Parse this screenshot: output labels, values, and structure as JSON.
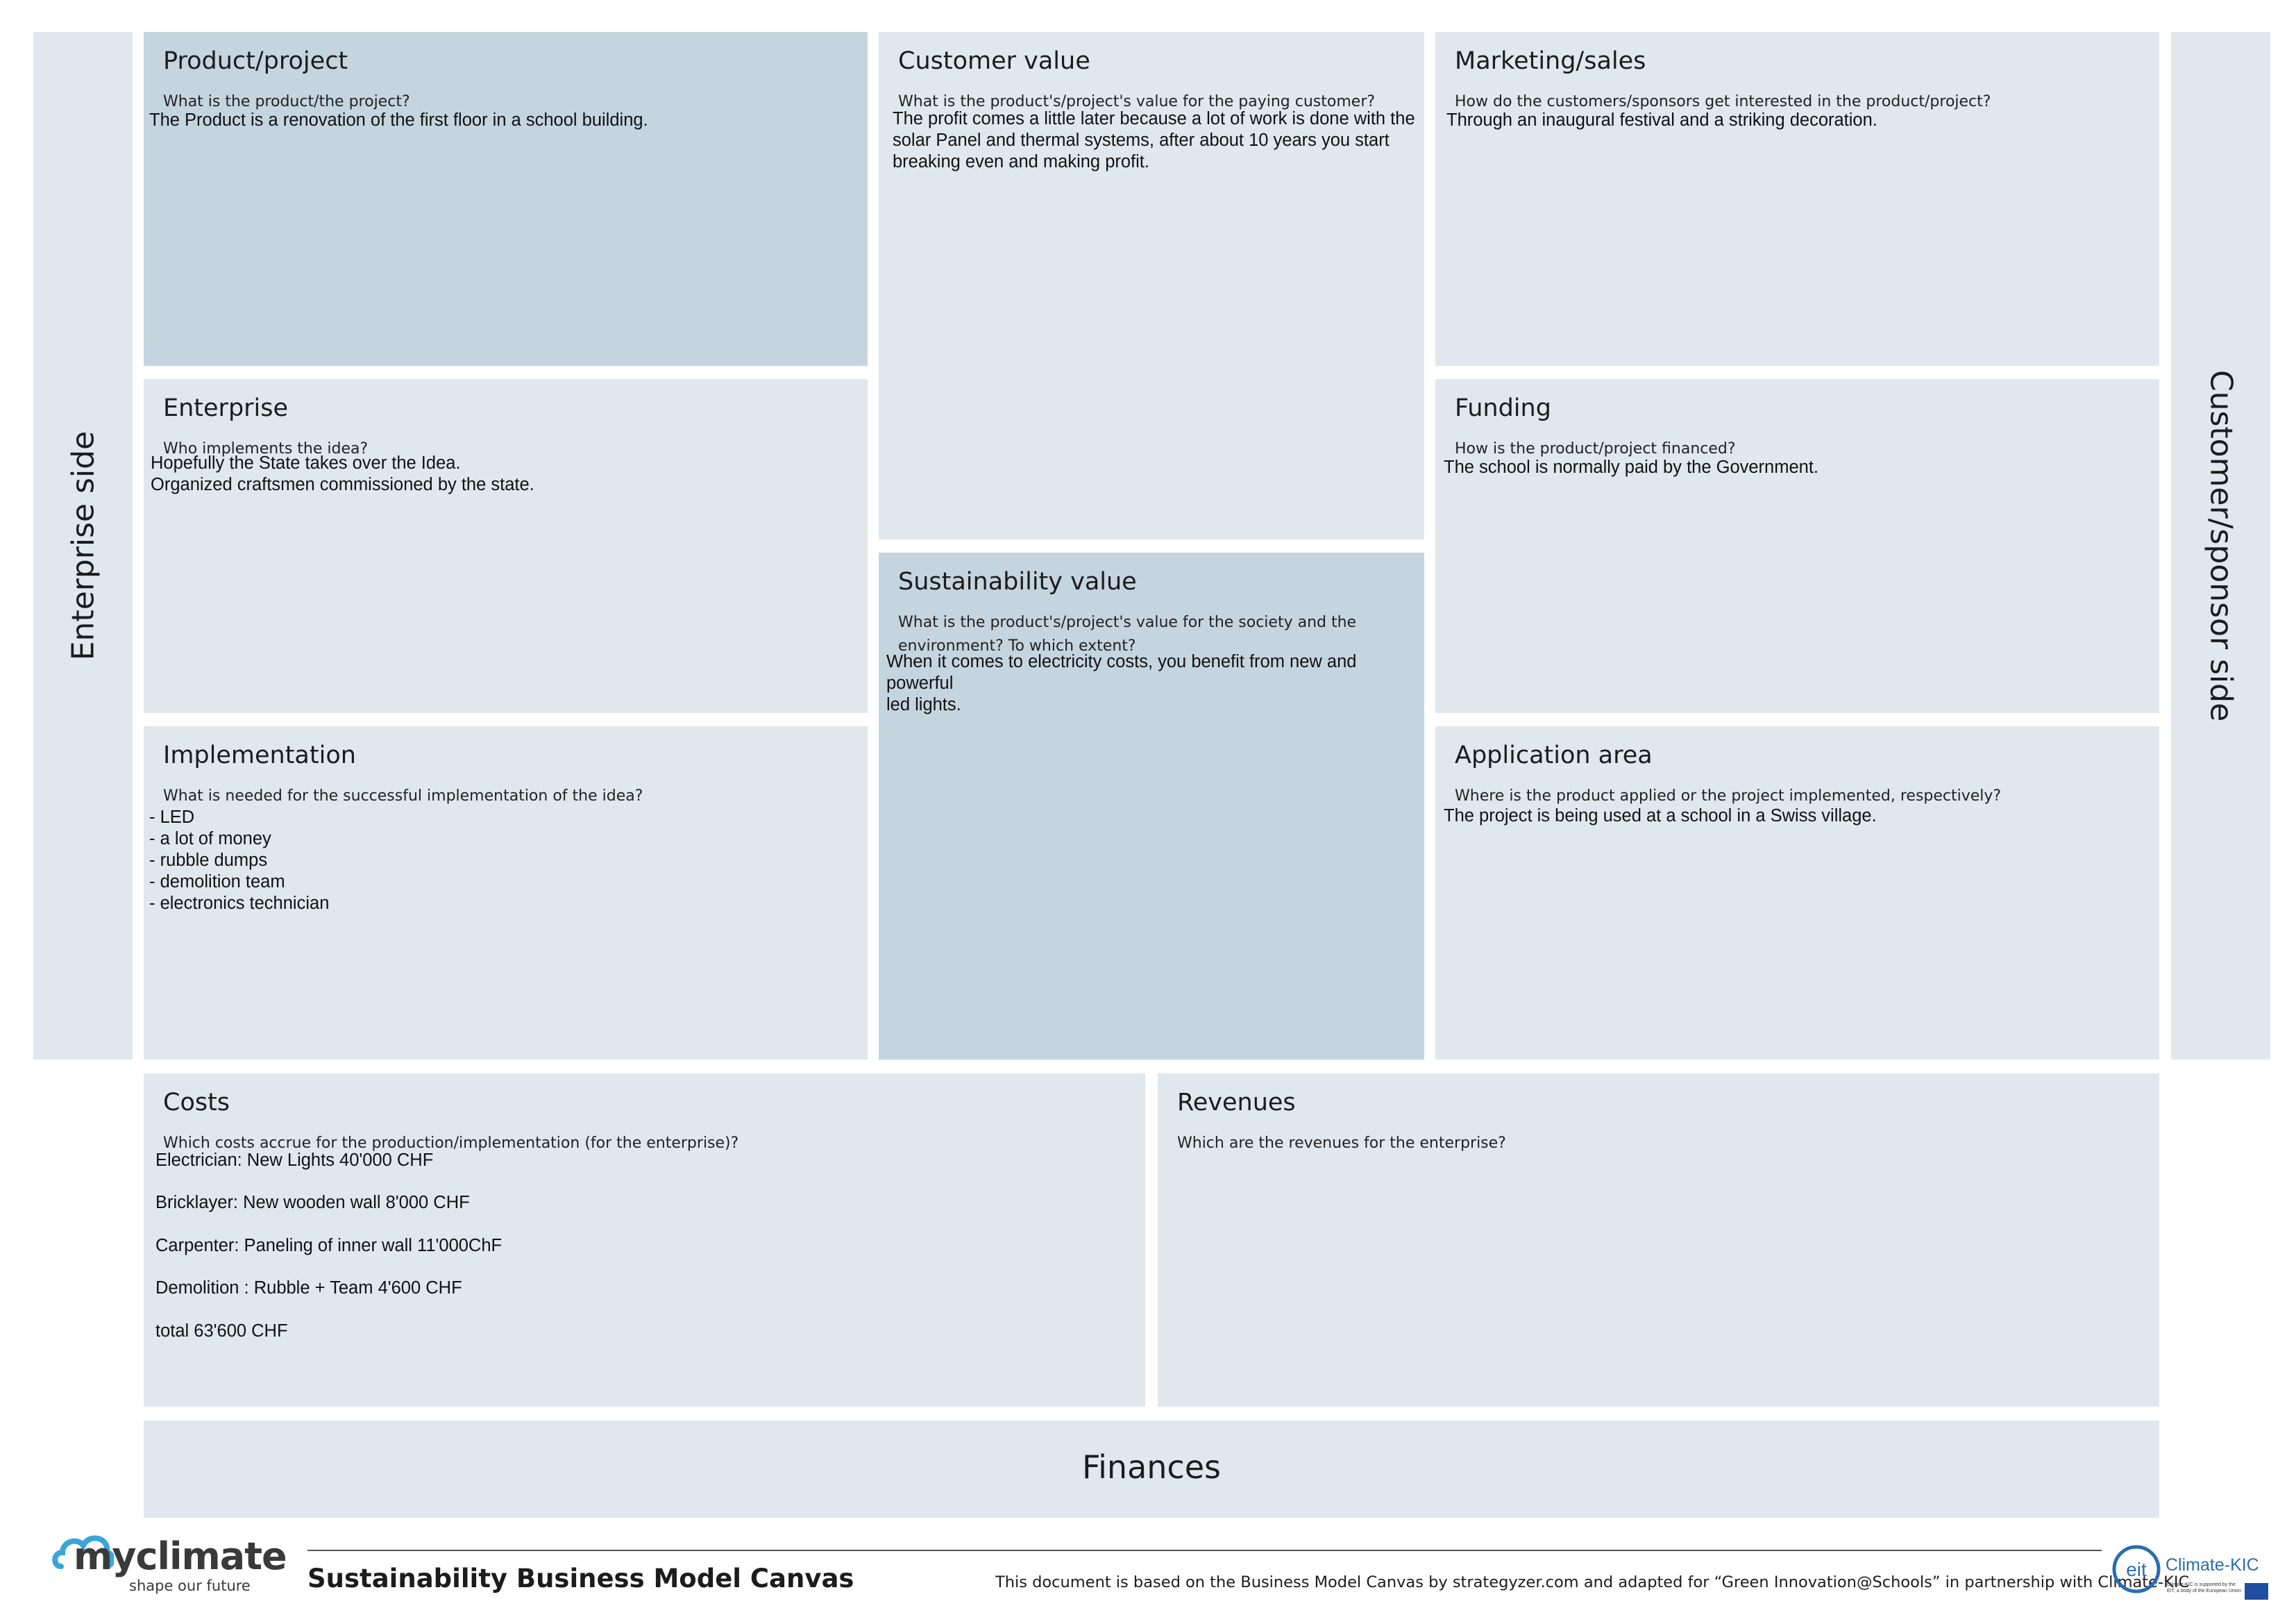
{
  "canvas": {
    "enterprise_side_label": "Enterprise side",
    "customer_side_label": "Customer/sponsor side",
    "finances_label": "Finances"
  },
  "boxes": {
    "product": {
      "title": "Product/project",
      "question": "What is the product/the project?",
      "answer": "The Product is a renovation of the first floor in a school building."
    },
    "customer_value": {
      "title": "Customer value",
      "question": "What is the product's/project's value for the paying customer?",
      "answer": "The profit comes a little later because a lot of work is done with the\nsolar Panel and thermal systems, after about 10 years you start\nbreaking even and making profit."
    },
    "marketing": {
      "title": "Marketing/sales",
      "question": "How do the customers/sponsors get interested in the product/project?",
      "answer": "Through an inaugural festival and a striking decoration."
    },
    "enterprise": {
      "title": "Enterprise",
      "question": "Who implements the idea?",
      "answer": "Hopefully the State takes over the Idea.\nOrganized craftsmen commissioned by the state."
    },
    "funding": {
      "title": "Funding",
      "question": "How is the product/project financed?",
      "answer": "The school is normally paid by the Government."
    },
    "sustainability": {
      "title": "Sustainability value",
      "question": "What is the product's/project's value for the society and the environment? To which extent?",
      "answer": "When it comes to electricity costs, you benefit from new and powerful\nled lights."
    },
    "implementation": {
      "title": "Implementation",
      "question": "What is needed for the successful implementation of the idea?",
      "answer": "- LED\n- a lot of money\n- rubble dumps\n- demolition team\n- electronics technician"
    },
    "application": {
      "title": "Application area",
      "question": "Where is the product applied or the project implemented, respectively?",
      "answer": "The project is being used at a school in a Swiss village."
    },
    "costs": {
      "title": "Costs",
      "question": "Which costs accrue for the production/implementation (for the enterprise)?",
      "lines": [
        "Electrician: New Lights 40'000 CHF",
        "Bricklayer: New wooden wall 8'000 CHF",
        "Carpenter: Paneling of inner wall 11'000ChF",
        "Demolition : Rubble + Team 4'600 CHF",
        "total 63'600 CHF"
      ]
    },
    "revenues": {
      "title": "Revenues",
      "question": "Which are the revenues for the enterprise?",
      "answer": ""
    }
  },
  "footer": {
    "logo_word": "myclimate",
    "logo_tagline": "shape our future",
    "title": "Sustainability Business Model Canvas",
    "note": "This document is based on the Business Model Canvas by strategyzer.com and adapted for “Green Innovation@Schools” in partnership with Climate-KIC",
    "partner_logo_mark": "eit",
    "partner_logo_text": "Climate-KIC",
    "partner_fine_print": "Climate-KIC is supported by the EIT, a body of the European Union"
  },
  "colors": {
    "box_light": "#e0e8ee",
    "box_dark": "#c5d5e0",
    "logo_cloud": "#3aa6d8",
    "climate_kic_blue": "#2a6db0"
  }
}
